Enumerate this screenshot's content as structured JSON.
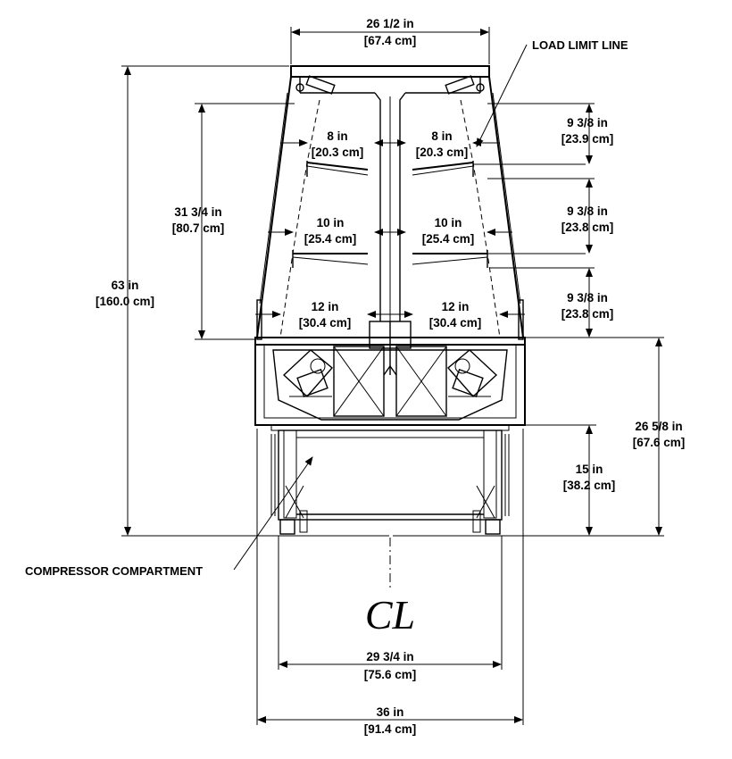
{
  "labels": {
    "load_limit_line": "LOAD LIMIT LINE",
    "compressor_compartment": "COMPRESSOR COMPARTMENT",
    "centerline": "CL"
  },
  "dimensions": {
    "top_width": {
      "in": "26 1/2 in",
      "cm": "[67.4 cm]"
    },
    "overall_height": {
      "in": "63 in",
      "cm": "[160.0 cm]"
    },
    "display_height": {
      "in": "31 3/4 in",
      "cm": "[80.7 cm]"
    },
    "shelf1_left": {
      "in": "8 in",
      "cm": "[20.3 cm]"
    },
    "shelf1_right": {
      "in": "8 in",
      "cm": "[20.3 cm]"
    },
    "shelf2_left": {
      "in": "10 in",
      "cm": "[25.4 cm]"
    },
    "shelf2_right": {
      "in": "10 in",
      "cm": "[25.4 cm]"
    },
    "shelf3_left": {
      "in": "12 in",
      "cm": "[30.4 cm]"
    },
    "shelf3_right": {
      "in": "12 in",
      "cm": "[30.4 cm]"
    },
    "spacing1": {
      "in": "9 3/8 in",
      "cm": "[23.9 cm]"
    },
    "spacing2": {
      "in": "9 3/8 in",
      "cm": "[23.8 cm]"
    },
    "spacing3": {
      "in": "9 3/8 in",
      "cm": "[23.8 cm]"
    },
    "base_height": {
      "in": "26 5/8 in",
      "cm": "[67.6 cm]"
    },
    "compartment_height": {
      "in": "15 in",
      "cm": "[38.2 cm]"
    },
    "base_width": {
      "in": "29 3/4 in",
      "cm": "[75.6 cm]"
    },
    "overall_width": {
      "in": "36 in",
      "cm": "[91.4 cm]"
    }
  }
}
